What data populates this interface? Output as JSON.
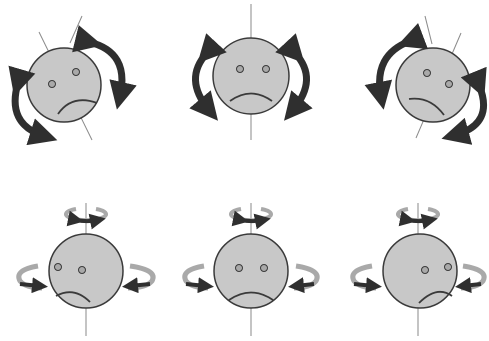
{
  "figure": {
    "colors": {
      "face_fill": "#c8c8c8",
      "outline": "#3a3a3a",
      "axis_line": "#8a8a8a",
      "arrow_dark": "#2f2f2f",
      "arrow_light": "#a9a9a9",
      "background": "#ffffff"
    },
    "rows": [
      {
        "id": "roll-row",
        "faces": [
          {
            "id": "roll-left",
            "expression": "sad",
            "tilt": "left"
          },
          {
            "id": "roll-neutral",
            "expression": "sad",
            "tilt": "none"
          },
          {
            "id": "roll-right",
            "expression": "sad",
            "tilt": "right"
          }
        ]
      },
      {
        "id": "yaw-row",
        "faces": [
          {
            "id": "yaw-left",
            "expression": "sad",
            "turn": "left"
          },
          {
            "id": "yaw-neutral",
            "expression": "sad",
            "turn": "none"
          },
          {
            "id": "yaw-right",
            "expression": "sad",
            "turn": "right"
          }
        ]
      }
    ],
    "icons": [
      "curved-rotation-arrow-icon",
      "horizontal-rotation-ring-icon",
      "sad-face-icon"
    ]
  }
}
